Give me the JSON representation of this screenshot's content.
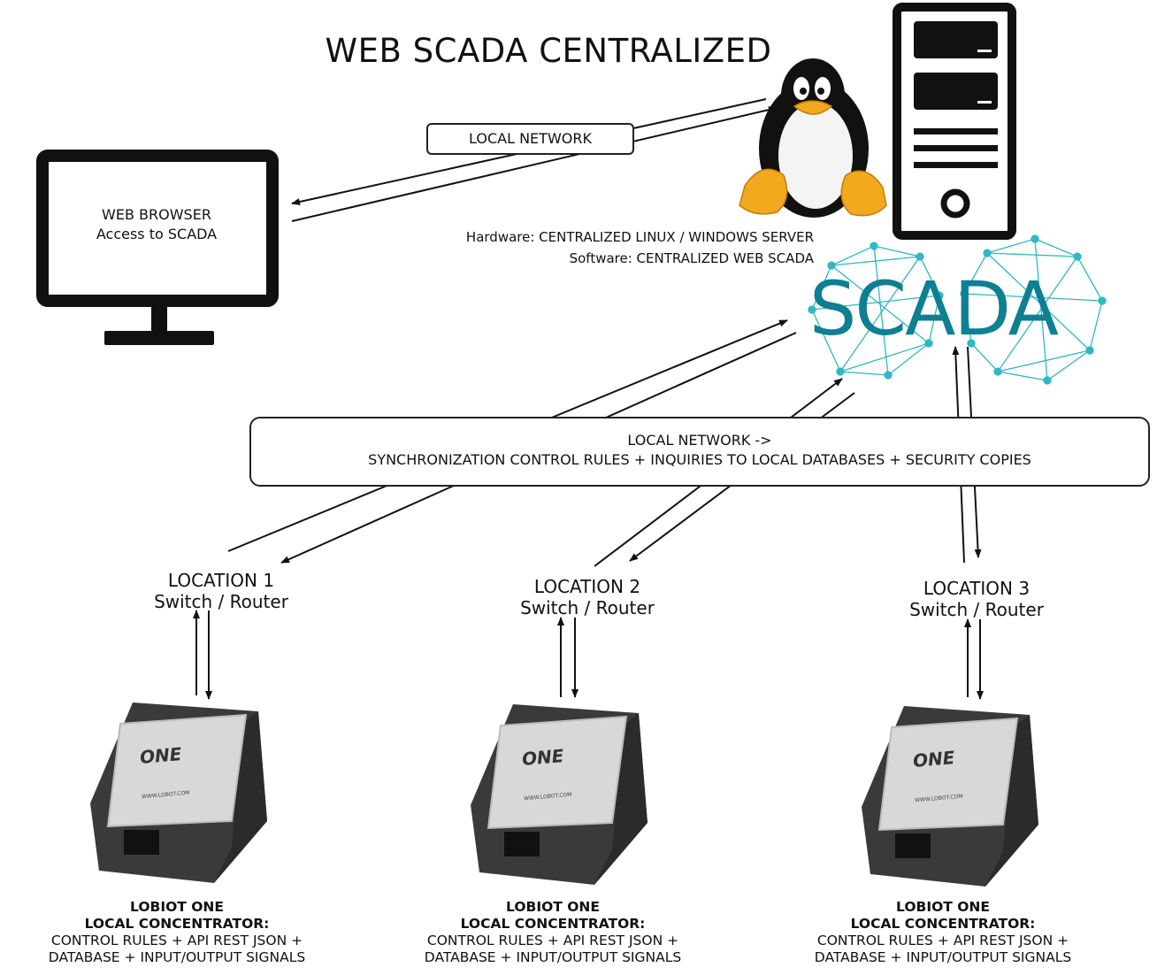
{
  "title": "WEB SCADA CENTRALIZED",
  "local_network_top": "LOCAL NETWORK",
  "browser": {
    "line1": "WEB BROWSER",
    "line2": "Access to SCADA"
  },
  "server_info": {
    "hardware": "Hardware: CENTRALIZED LINUX / WINDOWS SERVER",
    "software": "Software: CENTRALIZED WEB SCADA"
  },
  "scada_logo": "SCADA",
  "local_network_main": {
    "line1": "LOCAL NETWORK ->",
    "line2": "SYNCHRONIZATION CONTROL RULES + INQUIRIES TO LOCAL DATABASES + SECURITY COPIES"
  },
  "locations": [
    {
      "name": "LOCATION 1",
      "type": "Switch / Router"
    },
    {
      "name": "LOCATION 2",
      "type": "Switch / Router"
    },
    {
      "name": "LOCATION 3",
      "type": "Switch / Router"
    }
  ],
  "device": {
    "logo": "ONE",
    "website": "WWW.LOBOT.COM",
    "name": "LOBIOT ONE",
    "role": "LOCAL CONCENTRATOR:",
    "desc1": "CONTROL RULES + API REST JSON +",
    "desc2": "DATABASE + INPUT/OUTPUT SIGNALS"
  },
  "colors": {
    "scada_teal": "#0f7f93",
    "scada_network": "#2fb8c4",
    "line": "#111111"
  }
}
